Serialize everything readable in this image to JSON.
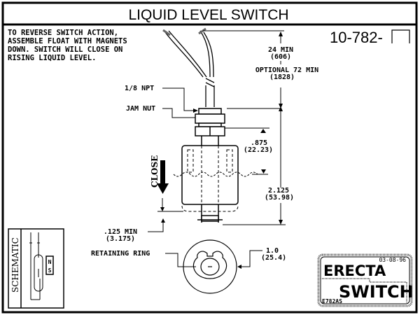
{
  "title": "LIQUID LEVEL SWITCH",
  "part_number": "10-782-",
  "note_lines": [
    "TO REVERSE SWITCH ACTION,",
    "ASSEMBLE FLOAT WITH MAGNETS",
    "DOWN. SWITCH WILL CLOSE ON",
    "RISING LIQUID LEVEL."
  ],
  "labels": {
    "npt": "1/8 NPT",
    "jam_nut": "JAM NUT",
    "close": "CLOSE",
    "retaining_ring": "RETAINING RING"
  },
  "dimensions": {
    "lead_min": {
      "imperial": "24 MIN",
      "metric": "(606)"
    },
    "lead_optional": {
      "imperial": "OPTIONAL 72 MIN",
      "metric": "(1828)"
    },
    "float_offset": {
      "imperial": ".875",
      "metric": "(22.23)"
    },
    "overall_length": {
      "imperial": "2.125",
      "metric": "(53.98)"
    },
    "min_clearance": {
      "imperial": ".125 MIN",
      "metric": "(3.175)"
    },
    "float_diameter": {
      "imperial": "1.0",
      "metric": "(25.4)"
    }
  },
  "schematic": {
    "label": "SCHEMATIC",
    "magnet_north": "N",
    "magnet_south": "S"
  },
  "logo": {
    "line1": "ERECTA",
    "line2": "SWITCH",
    "date": "03-08-96",
    "code": "E782AS"
  }
}
